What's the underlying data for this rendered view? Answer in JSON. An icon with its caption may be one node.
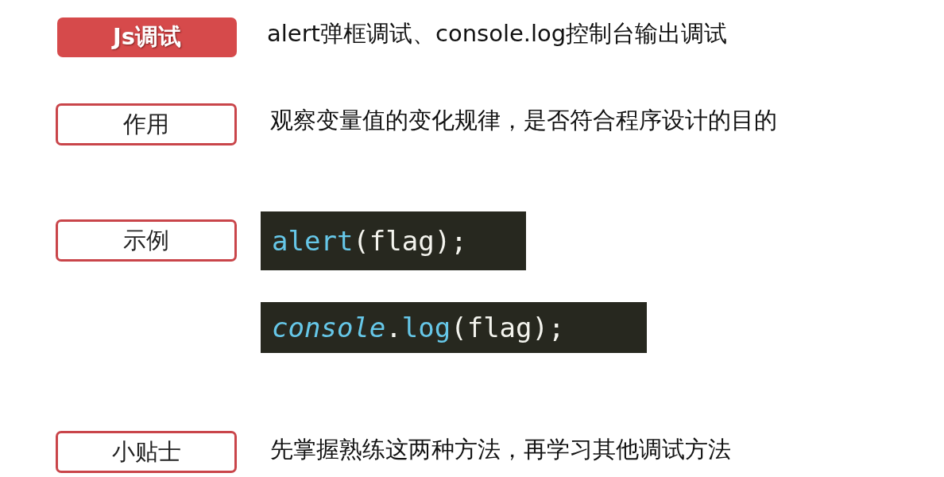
{
  "diagram": {
    "nodes": [
      {
        "text": [
          "Js调试"
        ],
        "beside": [
          "alert弹框调试、console.log控制台输出调试"
        ]
      },
      {
        "text": [
          "作用"
        ],
        "beside": [
          "观察变量值的变化规律，是否符合程序设计的目的"
        ]
      },
      {
        "text": [
          "示例"
        ]
      },
      {
        "text": [
          "alert(flag);"
        ]
      },
      {
        "text": [
          "*console*.log(flag);"
        ]
      },
      {
        "text": [
          "小贴士"
        ],
        "beside": [
          "先掌握熟练这两种方法，再学习其他调试方法"
        ]
      }
    ]
  }
}
